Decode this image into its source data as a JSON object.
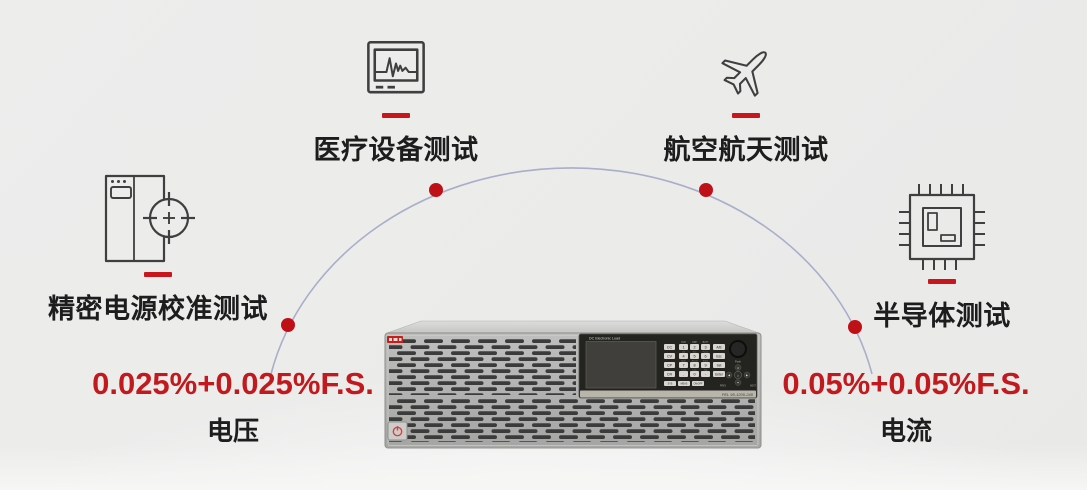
{
  "meta": {
    "type": "product-application-graphic"
  },
  "features": [
    {
      "label": "医疗设备测试",
      "icon": "medical-monitor-icon"
    },
    {
      "label": "航空航天测试",
      "icon": "airplane-icon"
    },
    {
      "label": "精密电源校准测试",
      "icon": "power-supply-calibration-icon"
    },
    {
      "label": "半导体测试",
      "icon": "semiconductor-chip-icon"
    }
  ],
  "specs": {
    "voltage": {
      "value": "0.025%+0.025%F.S.",
      "unit": "电压"
    },
    "current": {
      "value": "0.05%+0.05%F.S.",
      "unit": "电流"
    }
  },
  "device": {
    "screen_title": "DC Electronic Load",
    "model": "PEL 95-1200-240",
    "mode_keys": [
      "CC",
      "CV",
      "CP",
      "CR"
    ],
    "numpad_top": [
      "OCP",
      "OPP",
      "BATT"
    ],
    "numpad": [
      [
        "1",
        "2",
        "3"
      ],
      [
        "4",
        "5",
        "6"
      ],
      [
        "7",
        "8",
        "9"
      ],
      [
        ".",
        "0",
        "-"
      ]
    ],
    "numpad_sub": [
      [
        "List",
        "Tran",
        "Pause"
      ],
      [
        "Save",
        "Recall",
        "Pulse"
      ],
      [
        "Local",
        "Lock",
        "Trig"
      ]
    ],
    "right_keys": [
      "A/B",
      "Esc",
      "Set",
      "Enter"
    ],
    "bottom_keys": [
      "SYS",
      "MEAS",
      "ON/OFF"
    ],
    "knob_label": "Push",
    "nav": {
      "prev": "PREV",
      "next": "NEXT"
    }
  },
  "colors": {
    "background": "#ECECEB",
    "accent_red": "#C9151C",
    "value_red": "#C2191F",
    "node_red": "#BE1016",
    "arc_line": "#A9AEC9",
    "icon_stroke": "#3F3F3F"
  }
}
